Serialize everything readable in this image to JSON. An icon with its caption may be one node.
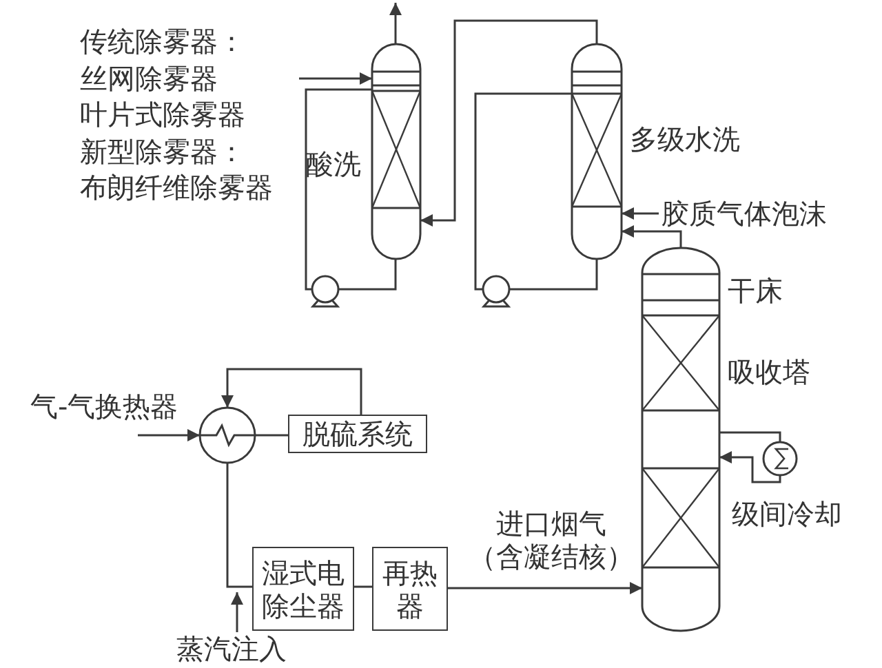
{
  "diagram": {
    "nodes": [
      {
        "text": [
          "酸洗"
        ]
      },
      {
        "text": [
          "多级水洗"
        ]
      },
      {
        "text": [
          "干床",
          "吸收塔"
        ]
      },
      {
        "text": [],
        "shape": "pump"
      },
      {
        "text": [],
        "shape": "pump"
      },
      {
        "text": [
          "气-气换热器"
        ]
      },
      {
        "text": [
          "脱硫系统"
        ]
      },
      {
        "text": [
          "湿式电除尘器"
        ]
      },
      {
        "text": [
          "再热器"
        ]
      },
      {
        "text": [
          "级间冷却"
        ]
      },
      {
        "text": [
          "胶质气体泡沫"
        ]
      },
      {
        "text": [
          "蒸汽注入"
        ]
      }
    ],
    "edges": [
      {
        "from": 0,
        "to": null,
        "arrow": "to"
      },
      {
        "from": null,
        "to": 0,
        "arrow": "to"
      },
      {
        "from": 0,
        "to": 3,
        "arrow": "none"
      },
      {
        "from": 3,
        "to": 0,
        "arrow": "none"
      },
      {
        "from": 1,
        "to": 0,
        "arrow": "to"
      },
      {
        "from": 1,
        "to": 4,
        "arrow": "none"
      },
      {
        "from": 4,
        "to": 1,
        "arrow": "none"
      },
      {
        "from": 10,
        "to": 1,
        "arrow": "to"
      },
      {
        "from": 2,
        "to": 1,
        "arrow": "to"
      },
      {
        "from": 2,
        "to": 9,
        "arrow": "none"
      },
      {
        "from": 9,
        "to": 2,
        "arrow": "to"
      },
      {
        "from": null,
        "to": 5,
        "arrow": "to"
      },
      {
        "from": 6,
        "to": 5,
        "arrow": "to"
      },
      {
        "from": 5,
        "to": 6,
        "arrow": "none"
      },
      {
        "from": 5,
        "to": 7,
        "arrow": "none"
      },
      {
        "from": 7,
        "to": 8,
        "arrow": "none"
      },
      {
        "from": 8,
        "to": 2,
        "arrow": "to",
        "label": "进口烟气（含凝结核）"
      },
      {
        "from": 11,
        "to": 7,
        "arrow": "to"
      }
    ],
    "labels": [
      "传统除雾器：",
      "丝网除雾器",
      "叶片式除雾器",
      "新型除雾器：",
      "布朗纤维除雾器"
    ]
  }
}
